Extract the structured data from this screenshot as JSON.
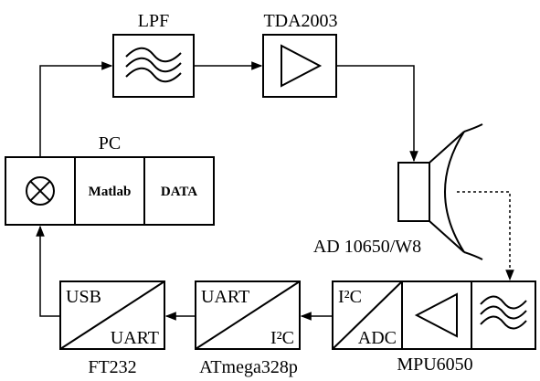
{
  "blocks": {
    "lpf": {
      "label": "LPF"
    },
    "amp": {
      "label": "TDA2003"
    },
    "pc": {
      "label": "PC",
      "matlab": "Matlab",
      "data": "DATA"
    },
    "speaker": {
      "label": "AD 10650/W8"
    },
    "mpu": {
      "label": "MPU6050",
      "i2c": "I²C",
      "adc": "ADC"
    },
    "atmega": {
      "label": "ATmega328p",
      "uart": "UART",
      "i2c": "I²C"
    },
    "ft232": {
      "label": "FT232",
      "usb": "USB",
      "uart": "UART"
    }
  },
  "icons": {
    "multiplier": "circle-cross-icon",
    "filter": "wave-filter-icon",
    "amplifier": "triangle-amplifier-icon",
    "speaker": "loudspeaker-icon"
  }
}
